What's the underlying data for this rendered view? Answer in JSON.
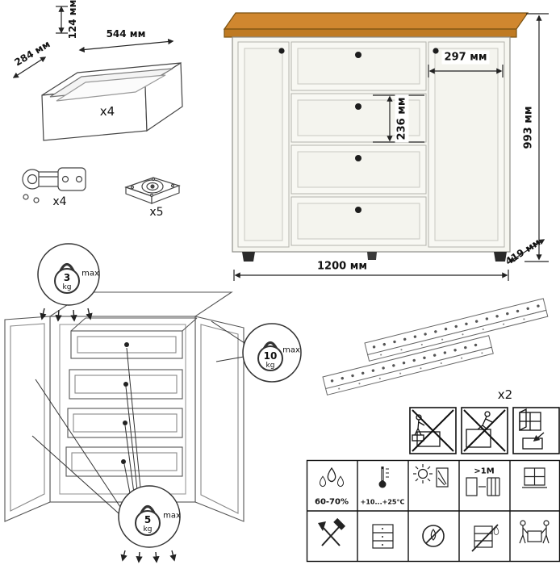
{
  "sheet": {
    "background": "#ffffff",
    "line_color": "#555555",
    "wood_color": "#d0872f",
    "body_color": "#f6f6f0"
  },
  "drawer_box": {
    "height_label": "124 мм",
    "width_label": "544 мм",
    "depth_label": "284 мм",
    "count_label": "x4"
  },
  "hinge": {
    "count_label": "x4"
  },
  "foot": {
    "count_label": "x5"
  },
  "commode": {
    "door_width_label": "297 мм",
    "drawer_height_label": "236 мм",
    "height_label": "993 мм",
    "width_label": "1200 мм",
    "depth_label": "419 мм"
  },
  "weight_limits": {
    "top_surface": {
      "value": "3",
      "unit": "kg",
      "qualifier": "max"
    },
    "door_shelf": {
      "value": "10",
      "unit": "kg",
      "qualifier": "max"
    },
    "drawer": {
      "value": "5",
      "unit": "kg",
      "qualifier": "max"
    }
  },
  "slides": {
    "count_label": "x2"
  },
  "care": {
    "humidity": "60-70%",
    "temperature": "+10...+25°C",
    "heat_distance": ">1M"
  },
  "icons": [
    "kettlebell-icon",
    "water-drops-icon",
    "thermometer-icon",
    "sun-icon",
    "radiator-icon",
    "window-icon",
    "no-standing-on-drawer-icon",
    "no-climbing-icon",
    "open-window-warning-icon",
    "no-impact-icon",
    "cabinet-icon",
    "no-heat-icon",
    "no-moisture-icon",
    "two-person-carry-icon"
  ]
}
